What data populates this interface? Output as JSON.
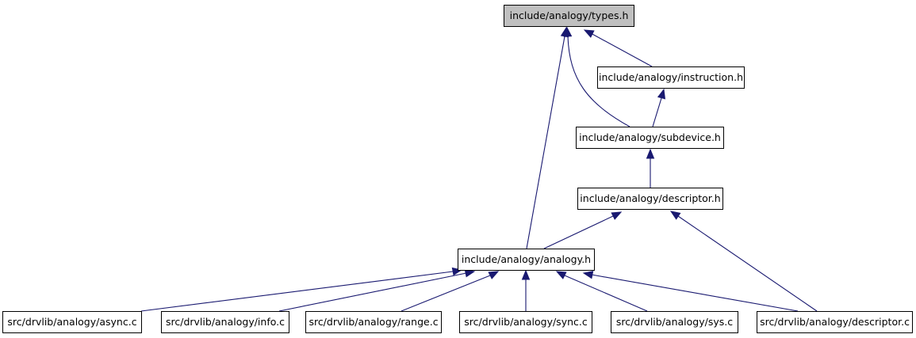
{
  "colors": {
    "edge": "#191970",
    "root_fill": "#bfbfbf",
    "node_fill": "#ffffff",
    "node_border": "#000000"
  },
  "nodes": {
    "types_h": "include/analogy/types.h",
    "instruction_h": "include/analogy/instruction.h",
    "subdevice_h": "include/analogy/subdevice.h",
    "descriptor_h": "include/analogy/descriptor.h",
    "analogy_h": "include/analogy/analogy.h",
    "async_c": "src/drvlib/analogy/async.c",
    "info_c": "src/drvlib/analogy/info.c",
    "range_c": "src/drvlib/analogy/range.c",
    "sync_c": "src/drvlib/analogy/sync.c",
    "sys_c": "src/drvlib/analogy/sys.c",
    "descriptor_c": "src/drvlib/analogy/descriptor.c"
  },
  "edges": [
    [
      "instruction_h",
      "types_h"
    ],
    [
      "subdevice_h",
      "types_h"
    ],
    [
      "analogy_h",
      "types_h"
    ],
    [
      "subdevice_h",
      "instruction_h"
    ],
    [
      "descriptor_h",
      "subdevice_h"
    ],
    [
      "analogy_h",
      "descriptor_h"
    ],
    [
      "descriptor_c",
      "descriptor_h"
    ],
    [
      "async_c",
      "analogy_h"
    ],
    [
      "info_c",
      "analogy_h"
    ],
    [
      "range_c",
      "analogy_h"
    ],
    [
      "sync_c",
      "analogy_h"
    ],
    [
      "sys_c",
      "analogy_h"
    ],
    [
      "descriptor_c",
      "analogy_h"
    ]
  ]
}
